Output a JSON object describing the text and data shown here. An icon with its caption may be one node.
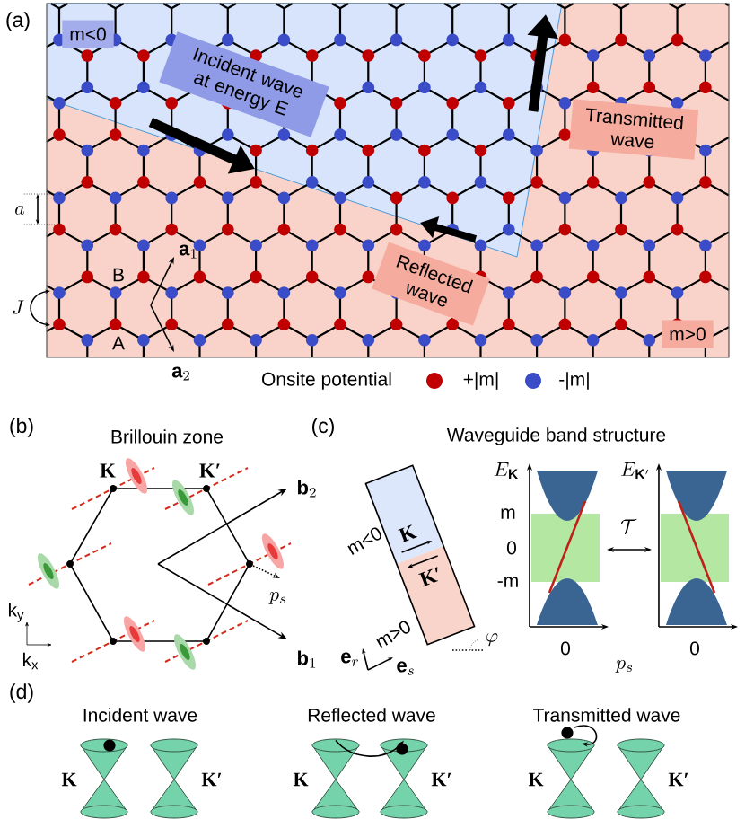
{
  "diagram": {
    "nodes": [
      {
        "text": [
          "m<0"
        ]
      },
      {
        "text": [
          "Incident wave at energy E"
        ]
      },
      {
        "text": [
          "Transmitted wave"
        ]
      },
      {
        "text": [
          "Reflected wave"
        ]
      },
      {
        "text": [
          "m>0"
        ]
      },
      {
        "text": [],
        "shape": "cone",
        "beside": [
          "K"
        ]
      },
      {
        "text": [],
        "shape": "cone",
        "beside": [
          "K′"
        ]
      },
      {
        "text": [],
        "shape": "cone",
        "beside": [
          "K"
        ]
      },
      {
        "text": [],
        "shape": "cone",
        "beside": [
          "K′"
        ]
      },
      {
        "text": [],
        "shape": "cone",
        "beside": [
          "K"
        ]
      },
      {
        "text": [],
        "shape": "cone",
        "beside": [
          "K′"
        ]
      }
    ],
    "edges": [
      {
        "from": 7,
        "to": 8,
        "arrow": "to"
      }
    ],
    "labels": [
      "(a)",
      "a",
      "J",
      "B",
      "A",
      "\\mathbf{a}_1",
      "\\mathbf{a}_2",
      "Onsite potential",
      "(b)",
      "Brillouin zone",
      "K",
      "K′",
      "\\mathbf{b}_2",
      "\\mathbf{b}_1",
      "p_s",
      "k$_{y}$",
      "k$_{x}$",
      "(c)",
      "Waveguide band structure",
      "m<0",
      "K",
      "K′",
      "m>0",
      "\\mathbf{e}_r",
      "\\mathbf{e}_s",
      "\\varphi",
      "E_{\\mathbf{K}}",
      "m",
      "0",
      "-m",
      "0",
      "\\mathcal{T}",
      "E_{\\mathbf{K}'}",
      "0",
      "p_s",
      "(d)",
      "Incident wave",
      "Reflected wave",
      "Transmitted wave"
    ],
    "legend": [
      {
        "text": "+|m|",
        "color": "#c00000"
      },
      {
        "text": "-|m|",
        "color": "#3a4cc8"
      }
    ]
  }
}
